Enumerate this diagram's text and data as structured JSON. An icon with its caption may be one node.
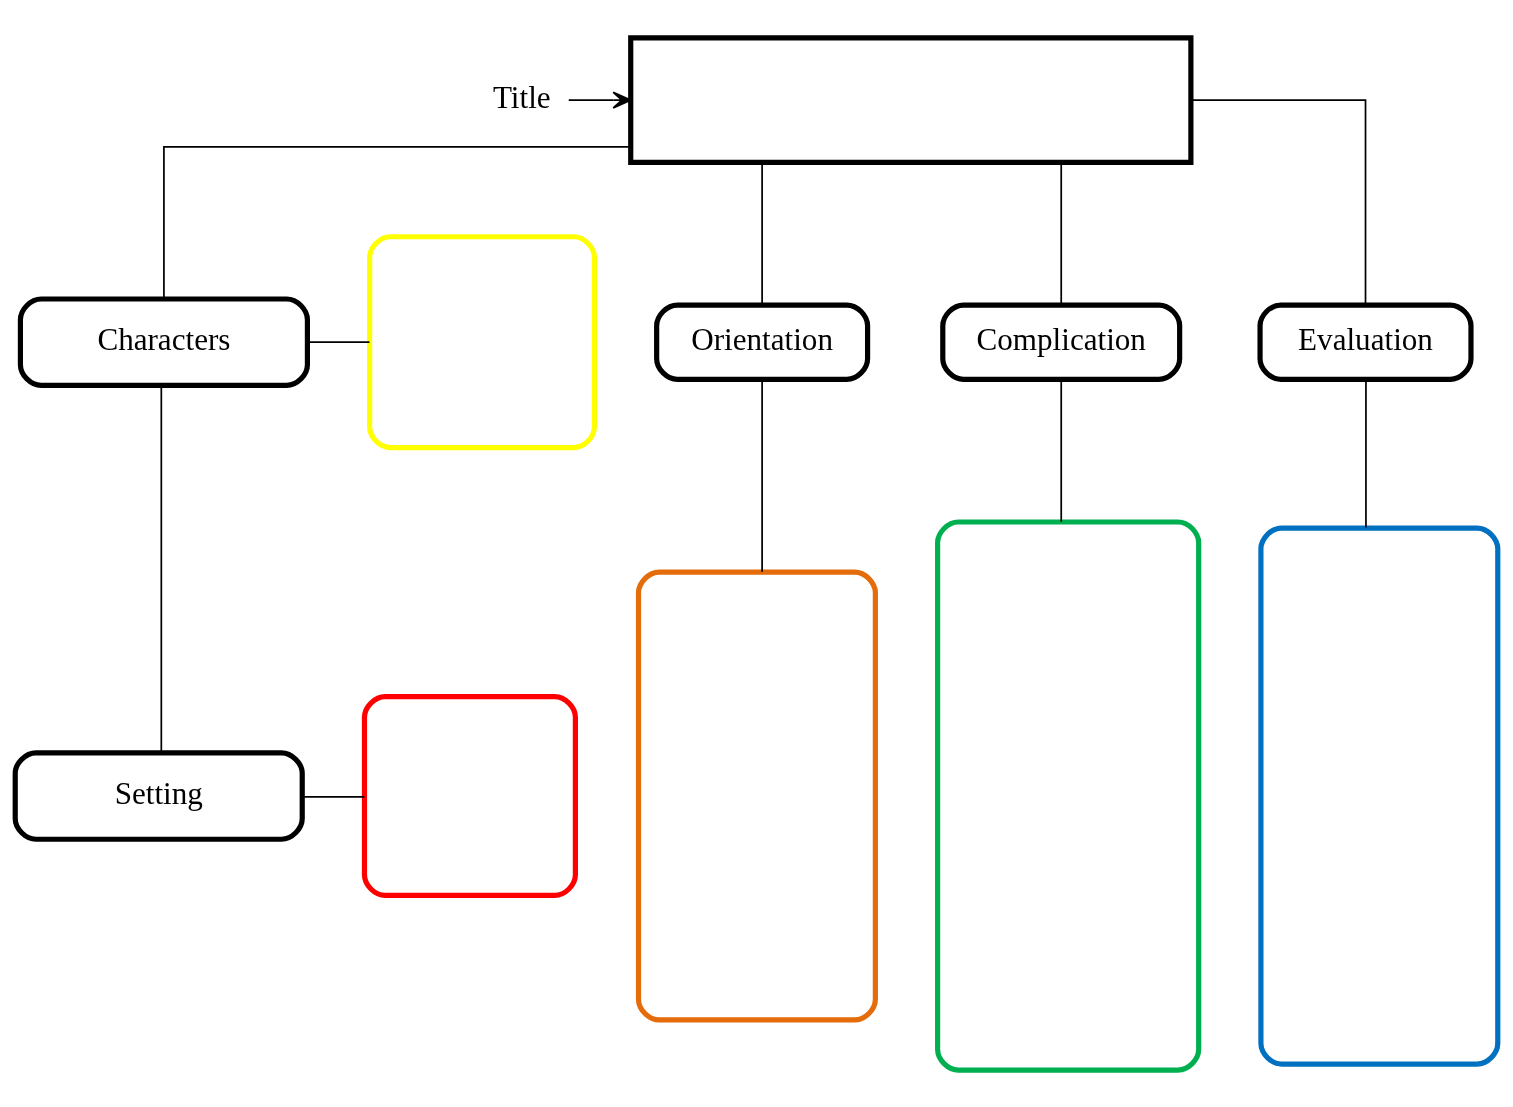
{
  "diagram": {
    "nodes": [
      {
        "text": [
          "Title"
        ]
      },
      {
        "text": [],
        "shape": "box"
      },
      {
        "text": [
          "Characters"
        ]
      },
      {
        "text": [],
        "shape": "box"
      },
      {
        "text": [
          "Setting"
        ]
      },
      {
        "text": [],
        "shape": "box"
      },
      {
        "text": [
          "Orientation"
        ]
      },
      {
        "text": [
          "Complication"
        ]
      },
      {
        "text": [
          "Evaluation"
        ]
      },
      {
        "text": [],
        "shape": "box"
      },
      {
        "text": [],
        "shape": "box"
      },
      {
        "text": [],
        "shape": "box"
      }
    ],
    "edges": [
      {
        "from": 0,
        "to": 1,
        "arrow": "to"
      },
      {
        "from": 1,
        "to": 2,
        "arrow": "none"
      },
      {
        "from": 1,
        "to": 6,
        "arrow": "none"
      },
      {
        "from": 1,
        "to": 7,
        "arrow": "none"
      },
      {
        "from": 1,
        "to": 8,
        "arrow": "none"
      },
      {
        "from": 2,
        "to": 3,
        "arrow": "none"
      },
      {
        "from": 2,
        "to": 4,
        "arrow": "none"
      },
      {
        "from": 4,
        "to": 5,
        "arrow": "none"
      },
      {
        "from": 6,
        "to": 9,
        "arrow": "none"
      },
      {
        "from": 7,
        "to": 10,
        "arrow": "none"
      },
      {
        "from": 8,
        "to": 11,
        "arrow": "none"
      }
    ]
  }
}
